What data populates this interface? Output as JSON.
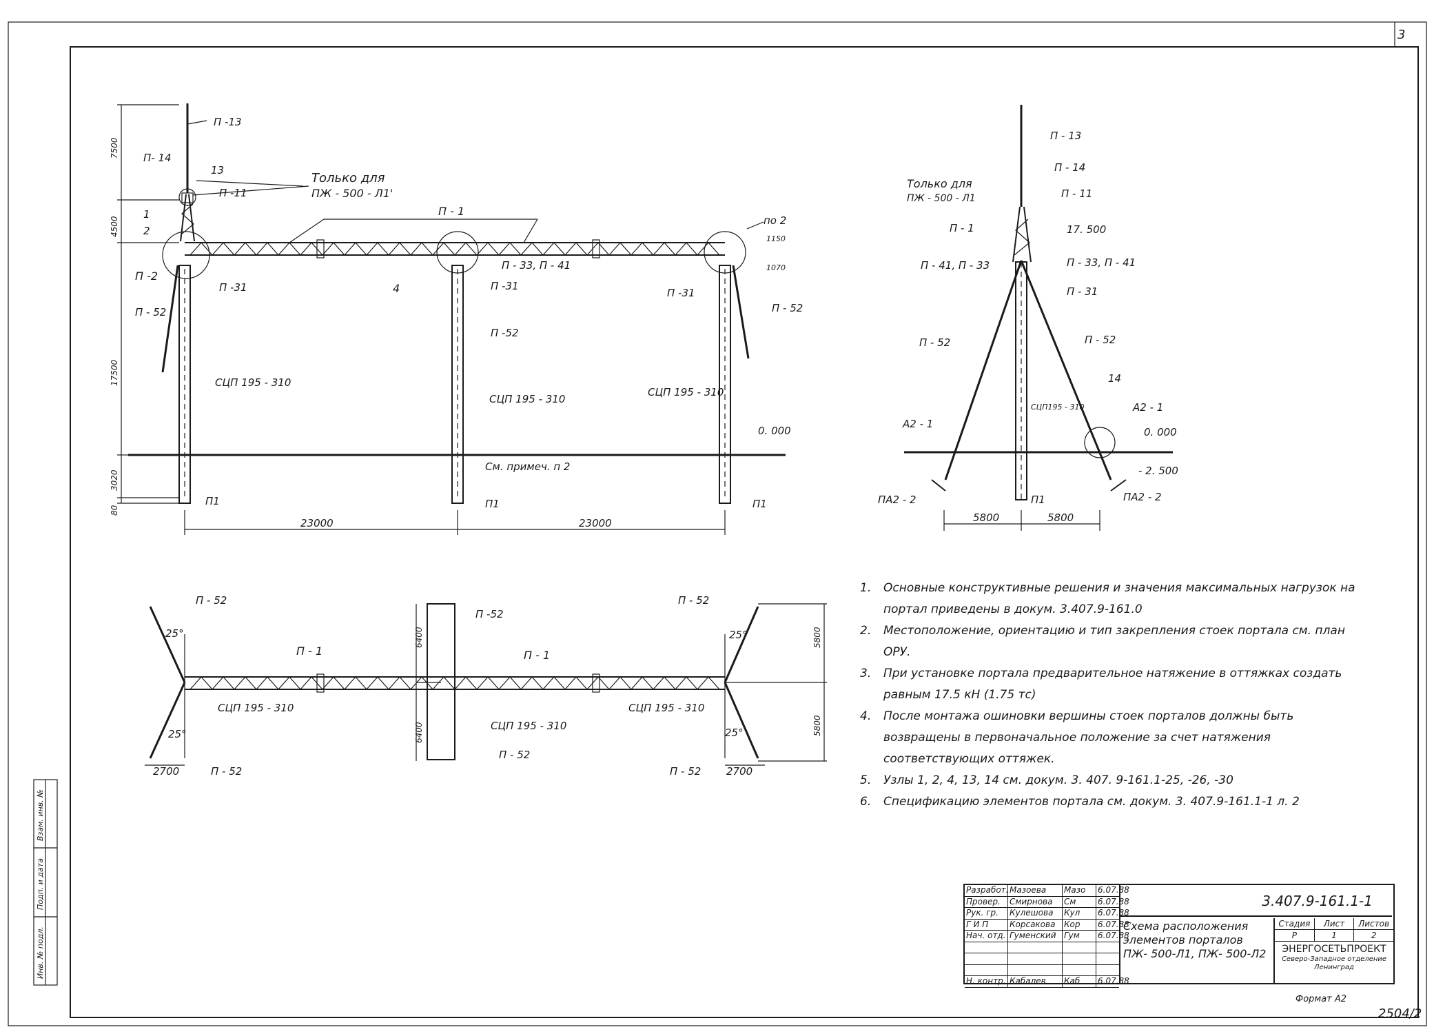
{
  "sheet_number": "3",
  "labels": {
    "p13": "П -13",
    "p13b": "П - 13",
    "p14": "П- 14",
    "p14b": "П - 14",
    "p11": "П -11",
    "p11b": "П - 11",
    "node13": "13",
    "node1": "1",
    "node2": "2",
    "node4": "4",
    "node14": "14",
    "only_for_1": "Только для",
    "only_for_1b": "ПЖ - 500 - Л1'",
    "only_for_2": "Только для",
    "only_for_2b": "ПЖ - 500 - Л1",
    "p1": "П - 1",
    "p1b": "П - 1",
    "p1c": "П - 1",
    "p1d": "П - 1",
    "p2": "П -2",
    "p31a": "П -31",
    "p31b": "П -31",
    "p31c": "П -31",
    "p31d": "П - 31",
    "p3341": "П - 33, П - 41",
    "p3341b": "П - 33, П - 41",
    "p4133": "П - 41, П - 33",
    "p52a": "П - 52",
    "p52b": "П -52",
    "p52c": "П - 52",
    "p52d": "П - 52",
    "p52e": "П - 52",
    "p52f": "П - 52",
    "p52g": "П -52",
    "p52h": "П - 52",
    "p52i": "П - 52",
    "p52j": "П - 52",
    "p52k": "П - 52",
    "scp1": "СЦП 195 - 310",
    "scp2": "СЦП 195 - 310",
    "scp3": "СЦП 195 - 310",
    "scp4": "СЦП195 - 310",
    "scp5": "СЦП 195 - 310",
    "scp6": "СЦП 195 - 310",
    "scp7": "СЦП 195 - 310",
    "see_note": "См. примеч. п 2",
    "pi1a": "П1",
    "pi1b": "П1",
    "pi1c": "П1",
    "pi1d": "П1",
    "po2": "по 2",
    "a21a": "А2 - 1",
    "a21b": "А2 - 1",
    "pa22a": "ПА2 - 2",
    "pa22b": "ПА2 - 2",
    "lvl0a": "0. 000",
    "lvl0b": "0. 000",
    "lvl17": "17. 500",
    "lvl25": "- 2. 500",
    "d7500": "7500",
    "d4500": "4500",
    "d17500": "17500",
    "d3020": "3020",
    "d80": "80",
    "d23000a": "23000",
    "d23000b": "23000",
    "d5800a": "5800",
    "d5800b": "5800",
    "d1150": "1150",
    "d1070": "1070",
    "d6400a": "6400",
    "d6400b": "6400",
    "d5800c": "5800",
    "d5800d": "5800",
    "d2700a": "2700",
    "d2700b": "2700",
    "ang1": "25°",
    "ang2": "25°",
    "ang3": "25°",
    "ang4": "25°"
  },
  "notes": [
    {
      "num": "1.",
      "text": "Основные конструктивные решения и значения максимальных нагрузок на портал приведены в докум. 3.407.9-161.0"
    },
    {
      "num": "2.",
      "text": "Местоположение, ориентацию и тип закрепления стоек портала см. план ОРУ."
    },
    {
      "num": "3.",
      "text": "При установке портала предварительное натяжение в оттяжках создать равным 17.5 кН (1.75 тс)"
    },
    {
      "num": "4.",
      "text": "После монтажа ошиновки вершины стоек порталов должны быть возвращены в первоначальное положение за счет натяжения соответствующих оттяжек."
    },
    {
      "num": "5.",
      "text": "Узлы 1, 2, 4, 13, 14 см. докум. 3. 407. 9-161.1-25, -26, -30"
    },
    {
      "num": "6.",
      "text": "Спецификацию элементов портала см. докум. 3. 407.9-161.1-1 л. 2"
    }
  ],
  "title_block": {
    "rows": [
      [
        "Разработ.",
        "Мазоева",
        "Мазо",
        "6.07.88"
      ],
      [
        "Провер.",
        "Смирнова",
        "См",
        "6.07.88"
      ],
      [
        "Рук. гр.",
        "Кулешова",
        "Кул",
        "6.07.88"
      ],
      [
        "Г И П",
        "Корсакова",
        "Кор",
        "6.07.88"
      ],
      [
        "Нач. отд.",
        "Гуменский",
        "Гум",
        "6.07.88"
      ],
      [
        "",
        "",
        "",
        ""
      ],
      [
        "",
        "",
        "",
        ""
      ],
      [
        "",
        "",
        "",
        ""
      ],
      [
        "Н. контр.",
        "Кабалев",
        "Каб",
        "6.07.88"
      ]
    ],
    "code": "3.407.9-161.1-1",
    "title_line1": "Схема расположения",
    "title_line2": "элементов порталов",
    "title_line3": "ПЖ- 500-Л1, ПЖ- 500-Л2",
    "stage_header": [
      "Стадия",
      "Лист",
      "Листов"
    ],
    "stage_values": [
      "Р",
      "1",
      "2"
    ],
    "org_name": "ЭНЕРГОСЕТЬПРОЕКТ",
    "org_sub": "Северо-Западное отделение Ленинград"
  },
  "format": "Формат А2",
  "inventory_number": "2504/2",
  "side_stamp": [
    "Инв. № подл.",
    "Подп. и дата",
    "Взам. инв. №"
  ]
}
